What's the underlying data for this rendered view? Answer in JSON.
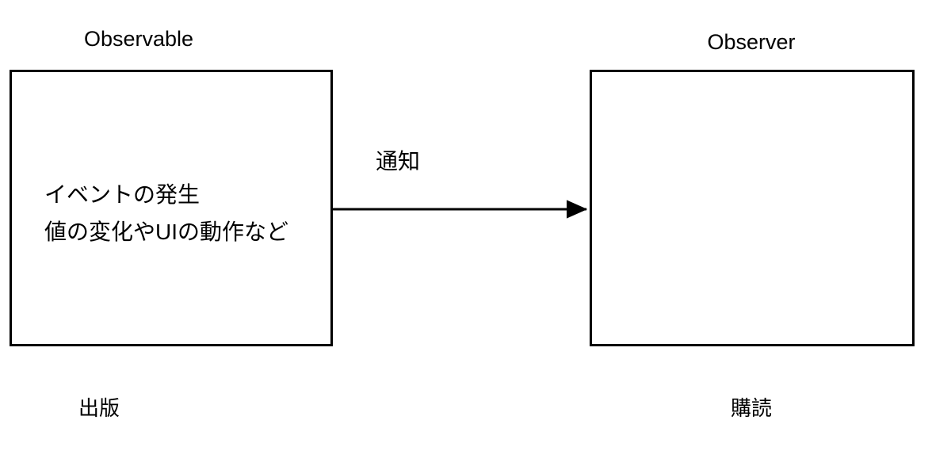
{
  "diagram": {
    "type": "observer-pattern-diagram",
    "background_color": "#ffffff",
    "stroke_color": "#000000",
    "nodes": [
      {
        "id": "observable",
        "title": "Observable",
        "caption": "出版",
        "body_lines": [
          "イベントの発生",
          "値の変化やUIの動作など"
        ]
      },
      {
        "id": "observer",
        "title": "Observer",
        "caption": "購読",
        "body_lines": []
      }
    ],
    "edges": [
      {
        "id": "notify",
        "from": "observable",
        "to": "observer",
        "label": "通知",
        "style": "solid",
        "arrowhead": "filled-triangle"
      }
    ]
  }
}
